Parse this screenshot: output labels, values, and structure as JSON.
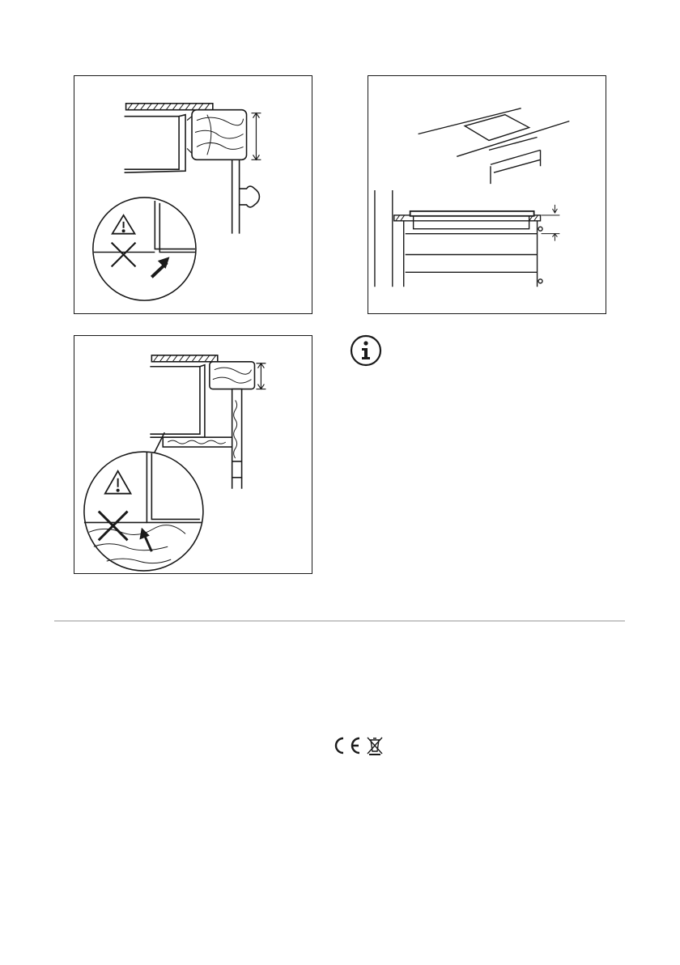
{
  "page": {
    "figures": [
      {
        "id": "fig-edge-warning-worktop",
        "icons": [
          "warning-triangle-icon",
          "cross-icon",
          "arrow-icon"
        ]
      },
      {
        "id": "fig-hob-installed-in-worktop",
        "icons": []
      },
      {
        "id": "fig-edge-warning-shelf",
        "icons": [
          "warning-triangle-icon",
          "cross-icon",
          "arrow-icon"
        ]
      }
    ],
    "info_icon": {
      "icon": "info-icon"
    },
    "compliance_marks": {
      "icons": [
        "ce-mark-icon",
        "weee-crossed-bin-icon"
      ]
    }
  },
  "colors": {
    "line": "#1a1a1a",
    "divider": "#c8c8c8",
    "background": "#ffffff"
  }
}
